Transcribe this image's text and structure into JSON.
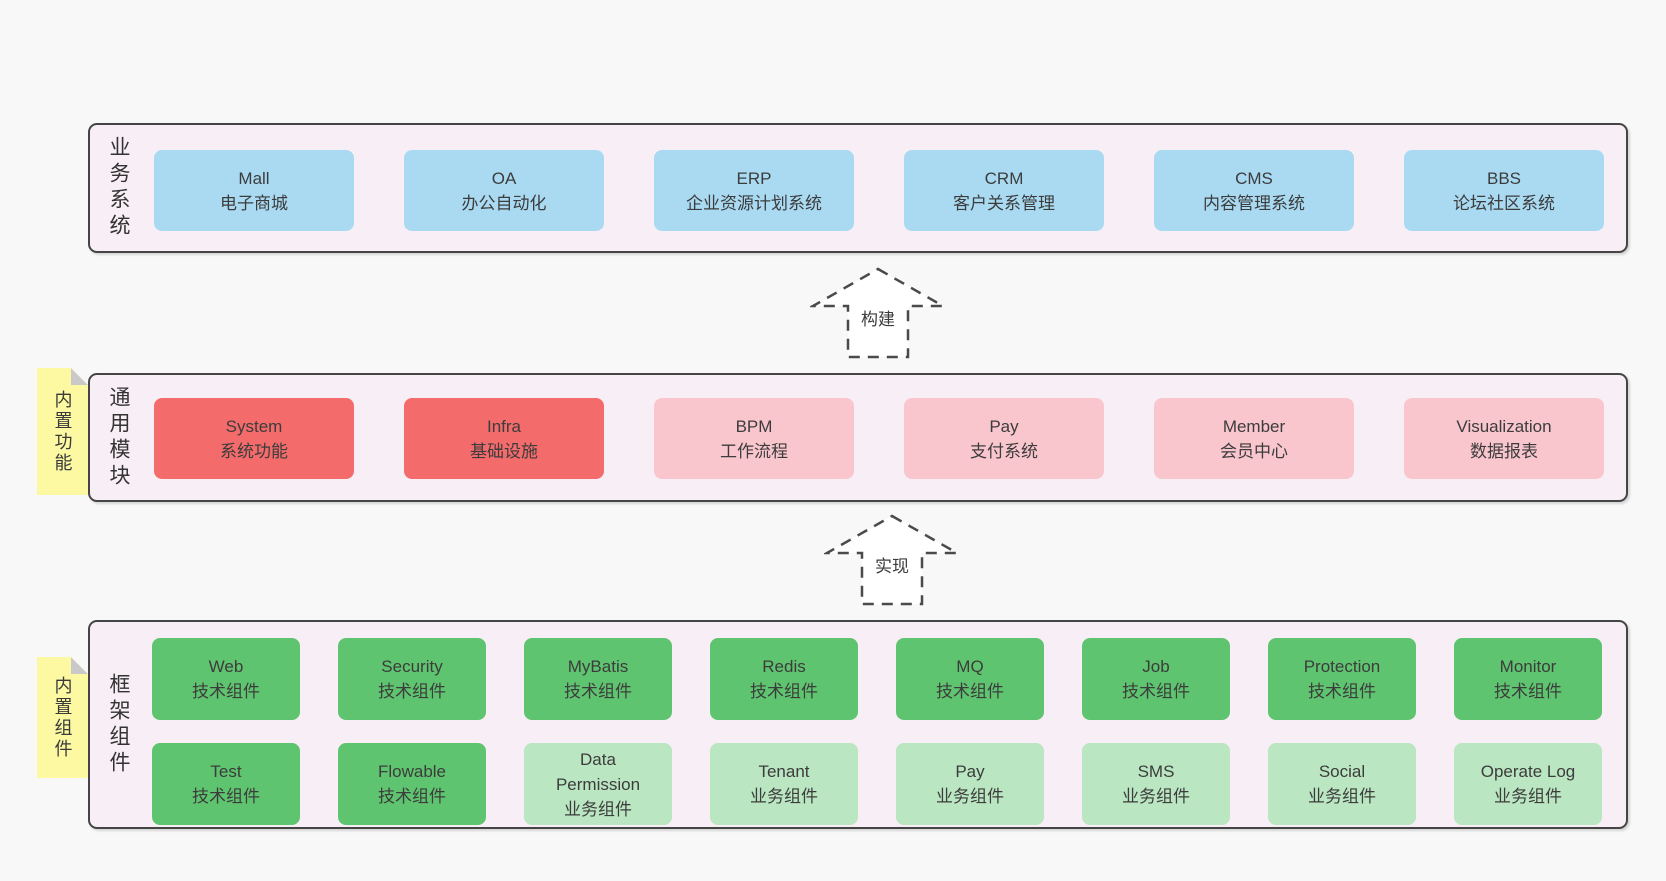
{
  "diagram": {
    "bands": {
      "business": {
        "label": "业务系统",
        "boxes": [
          {
            "en": "Mall",
            "zh": "电子商城",
            "variant": "blue"
          },
          {
            "en": "OA",
            "zh": "办公自动化",
            "variant": "blue"
          },
          {
            "en": "ERP",
            "zh": "企业资源计划系统",
            "variant": "blue"
          },
          {
            "en": "CRM",
            "zh": "客户关系管理",
            "variant": "blue"
          },
          {
            "en": "CMS",
            "zh": "内容管理系统",
            "variant": "blue"
          },
          {
            "en": "BBS",
            "zh": "论坛社区系统",
            "variant": "blue"
          }
        ]
      },
      "modules": {
        "label": "通用模块",
        "note": "内置功能",
        "boxes": [
          {
            "en": "System",
            "zh": "系统功能",
            "variant": "red"
          },
          {
            "en": "Infra",
            "zh": "基础设施",
            "variant": "red"
          },
          {
            "en": "BPM",
            "zh": "工作流程",
            "variant": "pink"
          },
          {
            "en": "Pay",
            "zh": "支付系统",
            "variant": "pink"
          },
          {
            "en": "Member",
            "zh": "会员中心",
            "variant": "pink"
          },
          {
            "en": "Visualization",
            "zh": "数据报表",
            "variant": "pink"
          }
        ]
      },
      "frameworks": {
        "label": "框架组件",
        "note": "内置组件",
        "row1": [
          {
            "en": "Web",
            "zh": "技术组件",
            "variant": "green"
          },
          {
            "en": "Security",
            "zh": "技术组件",
            "variant": "green"
          },
          {
            "en": "MyBatis",
            "zh": "技术组件",
            "variant": "green"
          },
          {
            "en": "Redis",
            "zh": "技术组件",
            "variant": "green"
          },
          {
            "en": "MQ",
            "zh": "技术组件",
            "variant": "green"
          },
          {
            "en": "Job",
            "zh": "技术组件",
            "variant": "green"
          },
          {
            "en": "Protection",
            "zh": "技术组件",
            "variant": "green"
          },
          {
            "en": "Monitor",
            "zh": "技术组件",
            "variant": "green"
          }
        ],
        "row2": [
          {
            "en": "Test",
            "zh": "技术组件",
            "variant": "green"
          },
          {
            "en": "Flowable",
            "zh": "技术组件",
            "variant": "green"
          },
          {
            "en": "Data Permission",
            "zh": "业务组件",
            "variant": "lightgreen"
          },
          {
            "en": "Tenant",
            "zh": "业务组件",
            "variant": "lightgreen"
          },
          {
            "en": "Pay",
            "zh": "业务组件",
            "variant": "lightgreen"
          },
          {
            "en": "SMS",
            "zh": "业务组件",
            "variant": "lightgreen"
          },
          {
            "en": "Social",
            "zh": "业务组件",
            "variant": "lightgreen"
          },
          {
            "en": "Operate Log",
            "zh": "业务组件",
            "variant": "lightgreen"
          }
        ]
      }
    },
    "arrows": [
      {
        "label": "构建"
      },
      {
        "label": "实现"
      }
    ],
    "colors": {
      "page_bg": "#f8f8f8",
      "band_bg": "#f8eef6",
      "band_border": "#454545",
      "blue": "#a9daf2",
      "red": "#f46b6b",
      "pink": "#f9c6cd",
      "green": "#5fc46f",
      "light_green": "#bae6c1",
      "note_yellow": "#fcf9a2",
      "note_fold": "#c9c9c9",
      "text": "#3c3c3c"
    }
  }
}
